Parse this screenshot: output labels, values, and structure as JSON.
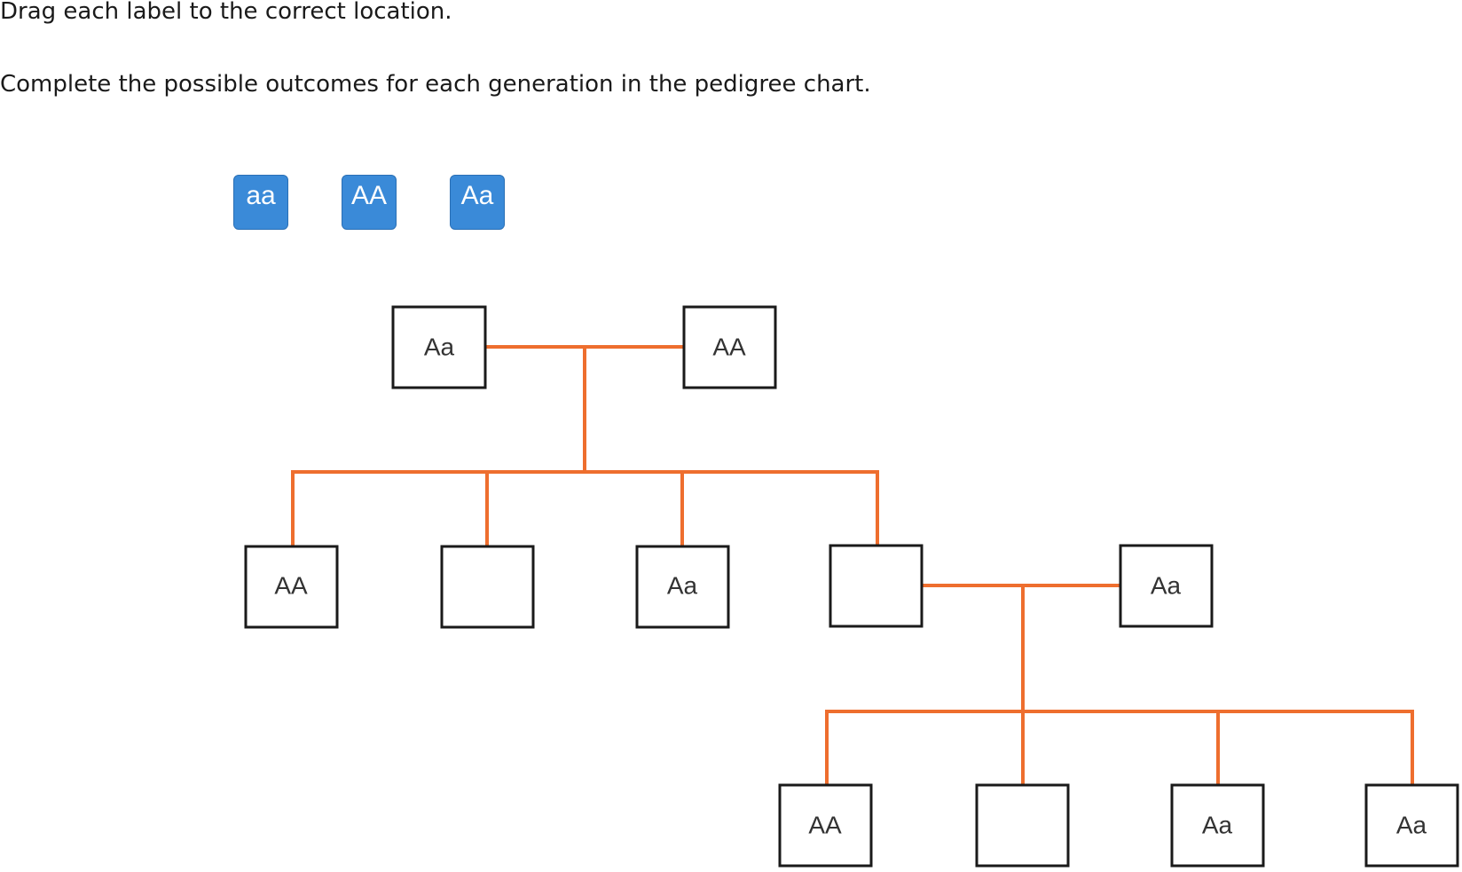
{
  "instructions": {
    "line1": "Drag each label to the correct location.",
    "line2": "Complete the possible outcomes for each generation in the pedigree chart."
  },
  "draggable_labels": [
    "aa",
    "AA",
    "Aa"
  ],
  "pedigree": {
    "generation1": {
      "parent1": "Aa",
      "parent2": "AA"
    },
    "generation2": {
      "child1": "AA",
      "child2": "",
      "child3": "Aa",
      "child4": "",
      "spouse": "Aa"
    },
    "generation3": {
      "child1": "AA",
      "child2": "",
      "child3": "Aa",
      "child4": "Aa"
    }
  },
  "colors": {
    "tile_background": "#3a8ad8",
    "connector_line": "#ee6e2e",
    "box_border": "#1a1a1a"
  }
}
